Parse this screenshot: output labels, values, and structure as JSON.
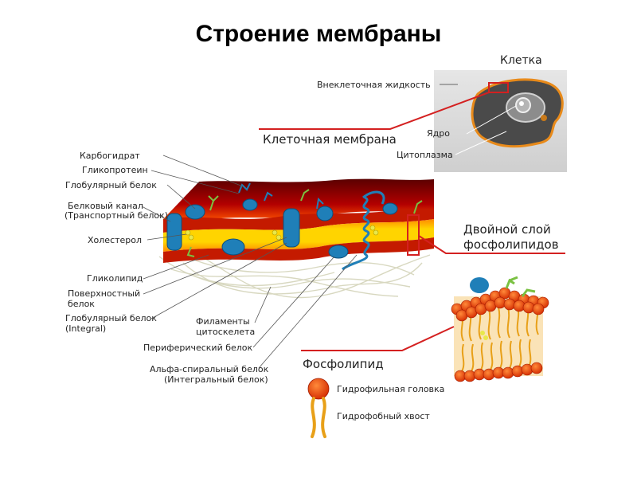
{
  "title": "Строение мембраны",
  "cell_panel": {
    "heading": "Клетка",
    "extracellular_fluid": "Внеклеточная жидкость",
    "nucleus": "Ядро",
    "cytoplasm": "Цитоплазма",
    "cell_membrane": "Клеточная мембрана"
  },
  "membrane_labels": {
    "carbohydrate": "Карбогидрат",
    "glycoprotein": "Гликопротеин",
    "globular_protein": "Глобулярный белок",
    "protein_channel_line1": "Белковый канал",
    "protein_channel_line2": "(Транспортный белок)",
    "cholesterol": "Холестерол",
    "glycolipid": "Гликолипид",
    "surface_protein_line1": "Поверхностный",
    "surface_protein_line2": "белок",
    "globular_integral_line1": "Глобулярный белок",
    "globular_integral_line2": "(Integral)",
    "filaments_line1": "Филаменты",
    "filaments_line2": "цитоскелета",
    "peripheral_protein": "Периферический белок",
    "alpha_helix_line1": "Альфа-спиральный белок",
    "alpha_helix_line2": "(Интегральный белок)"
  },
  "bilayer": {
    "label_line1": "Двойной слой",
    "label_line2": "фосфолипидов"
  },
  "phospholipid": {
    "heading": "Фосфолипид",
    "head_label": "Гидрофильная головка",
    "tail_label": "Гидрофобный хвост"
  },
  "colors": {
    "callout_red": "#d42020",
    "bilayer_red": "#8b0000",
    "bilayer_orange": "#ff6a00",
    "bilayer_yellow": "#ffd400",
    "protein_blue": "#1f7fb8",
    "cell_gray": "#4a4a4a",
    "membrane_orange": "#e88a1a"
  }
}
